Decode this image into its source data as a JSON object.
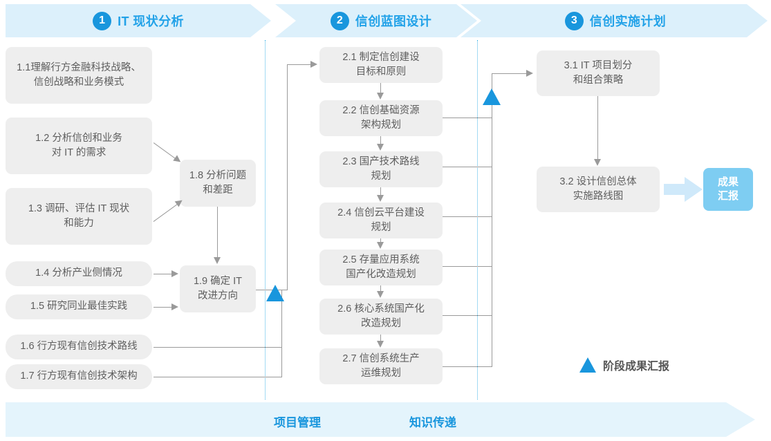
{
  "phases": [
    {
      "number": "1",
      "label": "IT 现状分析"
    },
    {
      "number": "2",
      "label": "信创蓝图设计"
    },
    {
      "number": "3",
      "label": "信创实施计划"
    }
  ],
  "phase1_boxes": [
    {
      "id": "1.1",
      "text": "1.1理解行方金融科技战略、\n信创战略和业务模式"
    },
    {
      "id": "1.2",
      "text": "1.2 分析信创和业务\n对 IT 的需求"
    },
    {
      "id": "1.3",
      "text": "1.3 调研、评估 IT 现状\n和能力"
    },
    {
      "id": "1.4",
      "text": "1.4 分析产业侧情况"
    },
    {
      "id": "1.5",
      "text": "1.5 研究同业最佳实践"
    },
    {
      "id": "1.6",
      "text": "1.6 行方现有信创技术路线"
    },
    {
      "id": "1.7",
      "text": "1.7 行方现有信创技术架构"
    },
    {
      "id": "1.8",
      "text": "1.8 分析问题\n和差距"
    },
    {
      "id": "1.9",
      "text": "1.9 确定 IT\n改进方向"
    }
  ],
  "phase2_boxes": [
    {
      "id": "2.1",
      "text": "2.1 制定信创建设\n目标和原则"
    },
    {
      "id": "2.2",
      "text": "2.2 信创基础资源\n架构规划"
    },
    {
      "id": "2.3",
      "text": "2.3 国产技术路线\n规划"
    },
    {
      "id": "2.4",
      "text": "2.4 信创云平台建设\n规划"
    },
    {
      "id": "2.5",
      "text": "2.5 存量应用系统\n国产化改造规划"
    },
    {
      "id": "2.6",
      "text": "2.6 核心系统国产化\n改造规划"
    },
    {
      "id": "2.7",
      "text": "2.7 信创系统生产\n运维规划"
    }
  ],
  "phase3_boxes": [
    {
      "id": "3.1",
      "text": "3.1 IT 项目划分\n和组合策略"
    },
    {
      "id": "3.2",
      "text": "3.2 设计信创总体\n实施路线图"
    }
  ],
  "result": {
    "text": "成果\n汇报"
  },
  "legend": {
    "label": "阶段成果汇报",
    "marker": "triangle-up-icon"
  },
  "bottom_band": {
    "labels": [
      "项目管理",
      "知识传递"
    ]
  },
  "colors": {
    "band_bg": "#dcf0fb",
    "accent_blue": "#1996dd",
    "label_blue": "#22a2e8",
    "box_gray": "#eeeeee",
    "text_gray": "#5e5e5e",
    "connector_gray": "#9a9a9a",
    "result_blue": "#7ecdf2",
    "bottom_band_bg": "#e4f4fc",
    "divider_blue": "#45b6e8"
  }
}
